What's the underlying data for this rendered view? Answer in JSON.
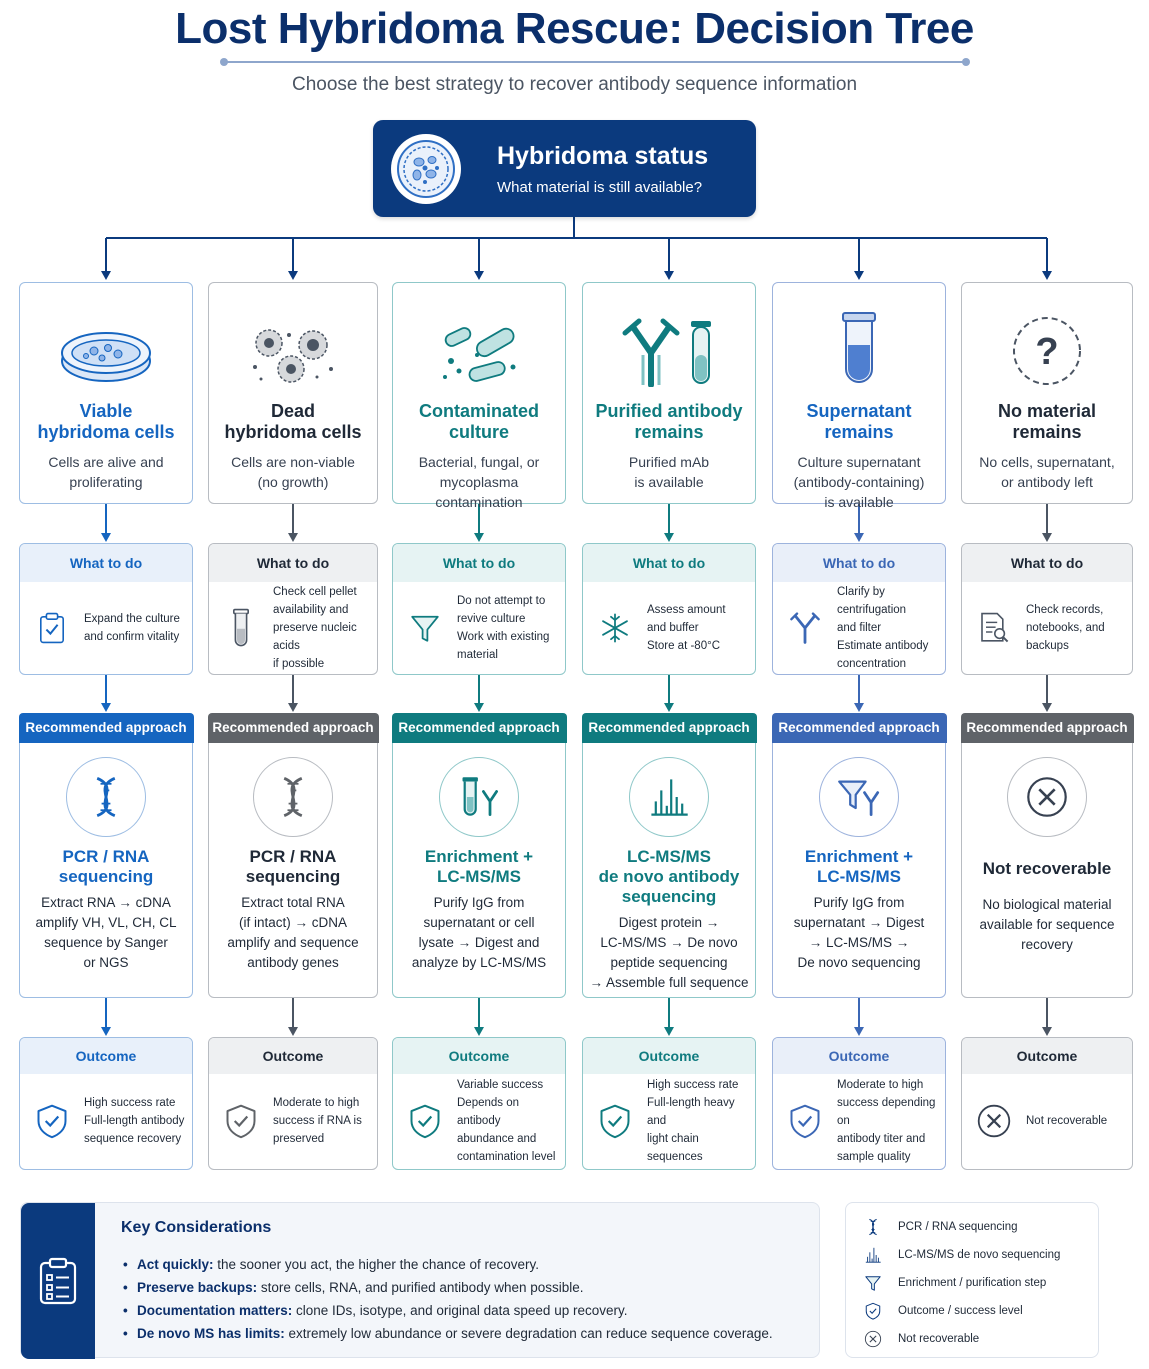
{
  "header": {
    "title": "Lost Hybridoma Rescue: Decision Tree",
    "subtitle": "Choose the best strategy to recover antibody sequence information"
  },
  "root": {
    "title": "Hybridoma status",
    "subtitle": "What material is still available?"
  },
  "colors": {
    "navy": "#0b3a7e",
    "blue": "#1565c0",
    "teal": "#0f7b7f",
    "gray": "#5f6368",
    "bluesoft": "#3b67b5"
  },
  "branches": [
    {
      "theme": "blue",
      "status": {
        "title": [
          "Viable",
          "hybridoma cells"
        ],
        "desc": [
          "Cells are alive and",
          "proliferating"
        ],
        "icon": "petri-dish-icon"
      },
      "todo": {
        "head": "What to do",
        "text": [
          "Expand the culture",
          "and confirm vitality"
        ],
        "icon": "clipboard-check-icon"
      },
      "rec": {
        "head": "Recommended approach",
        "title": [
          "PCR / RNA",
          "sequencing"
        ],
        "desc": [
          "Extract RNA → cDNA",
          "amplify VH, VL, CH, CL",
          "sequence by Sanger",
          "or NGS"
        ],
        "icon": "dna-icon"
      },
      "outcome": {
        "head": "Outcome",
        "text": [
          "High success rate",
          "Full-length antibody",
          "sequence recovery"
        ],
        "icon": "shield-check-icon"
      }
    },
    {
      "theme": "gray",
      "status": {
        "title": [
          "Dead",
          "hybridoma cells"
        ],
        "desc": [
          "Cells are non-viable",
          "(no growth)"
        ],
        "icon": "dead-cells-icon"
      },
      "todo": {
        "head": "What to do",
        "text": [
          "Check cell pellet",
          "availability and",
          "preserve nucleic acids",
          "if possible"
        ],
        "icon": "test-tube-icon"
      },
      "rec": {
        "head": "Recommended approach",
        "title": [
          "PCR / RNA",
          "sequencing"
        ],
        "desc": [
          "Extract total RNA",
          "(if intact) → cDNA",
          "amplify and sequence",
          "antibody genes"
        ],
        "icon": "dna-icon"
      },
      "outcome": {
        "head": "Outcome",
        "text": [
          "Moderate to high",
          "success if RNA is",
          "preserved"
        ],
        "icon": "shield-check-icon"
      }
    },
    {
      "theme": "teal",
      "status": {
        "title": [
          "Contaminated",
          "culture"
        ],
        "desc": [
          "Bacterial, fungal, or",
          "mycoplasma",
          "contamination"
        ],
        "icon": "bacteria-icon"
      },
      "todo": {
        "head": "What to do",
        "text": [
          "Do not attempt to",
          "revive culture",
          "Work with existing",
          "material"
        ],
        "icon": "funnel-icon"
      },
      "rec": {
        "head": "Recommended approach",
        "title": [
          "Enrichment +",
          "LC-MS/MS"
        ],
        "desc": [
          "Purify IgG from",
          "supernatant or cell",
          "lysate → Digest and",
          "analyze by LC-MS/MS"
        ],
        "icon": "tube-antibody-icon"
      },
      "outcome": {
        "head": "Outcome",
        "text": [
          "Variable success",
          "Depends on antibody",
          "abundance and",
          "contamination level"
        ],
        "icon": "shield-check-icon"
      }
    },
    {
      "theme": "teal",
      "status": {
        "title": [
          "Purified antibody",
          "remains"
        ],
        "desc": [
          "Purified mAb",
          "is available"
        ],
        "icon": "antibody-vial-icon"
      },
      "todo": {
        "head": "What to do",
        "text": [
          "Assess amount",
          "and buffer",
          "Store at -80°C"
        ],
        "icon": "snowflake-icon"
      },
      "rec": {
        "head": "Recommended approach",
        "title": [
          "LC-MS/MS",
          "de novo antibody",
          "sequencing"
        ],
        "desc": [
          "Digest protein →",
          "LC-MS/MS → De novo",
          "peptide sequencing",
          "→ Assemble full sequence"
        ],
        "icon": "mass-spectrum-icon"
      },
      "outcome": {
        "head": "Outcome",
        "text": [
          "High success rate",
          "Full-length heavy and",
          "light chain sequences"
        ],
        "icon": "shield-check-icon"
      }
    },
    {
      "theme": "bluesoft",
      "status": {
        "title": [
          "Supernatant",
          "remains"
        ],
        "desc": [
          "Culture supernatant",
          "(antibody-containing)",
          "is available"
        ],
        "icon": "supernatant-tube-icon"
      },
      "todo": {
        "head": "What to do",
        "text": [
          "Clarify by centrifugation",
          "and filter",
          "Estimate antibody",
          "concentration"
        ],
        "icon": "antibody-icon"
      },
      "rec": {
        "head": "Recommended approach",
        "title": [
          "Enrichment +",
          "LC-MS/MS"
        ],
        "desc": [
          "Purify IgG from",
          "supernatant → Digest",
          "→ LC-MS/MS →",
          "De novo sequencing"
        ],
        "icon": "funnel-antibody-icon"
      },
      "outcome": {
        "head": "Outcome",
        "text": [
          "Moderate to high",
          "success depending on",
          "antibody titer and",
          "sample quality"
        ],
        "icon": "shield-check-icon"
      }
    },
    {
      "theme": "gray",
      "status": {
        "title": [
          "No material",
          "remains"
        ],
        "desc": [
          "No cells, supernatant,",
          "or antibody left"
        ],
        "icon": "question-icon"
      },
      "todo": {
        "head": "What to do",
        "text": [
          "Check records,",
          "notebooks, and",
          "backups"
        ],
        "icon": "document-search-icon"
      },
      "rec": {
        "head": "Recommended approach",
        "title": [
          "Not recoverable"
        ],
        "desc": [
          "No biological material",
          "available for sequence",
          "recovery"
        ],
        "icon": "x-circle-icon"
      },
      "outcome": {
        "head": "Outcome",
        "text": [
          "Not recoverable"
        ],
        "icon": "x-circle-icon"
      }
    }
  ],
  "key": {
    "title": "Key Considerations",
    "items": [
      {
        "bold": "Act quickly:",
        "text": " the sooner you act, the higher the chance of recovery."
      },
      {
        "bold": "Preserve backups:",
        "text": " store cells, RNA, and purified antibody when possible."
      },
      {
        "bold": "Documentation matters:",
        "text": " clone IDs, isotype, and original data speed up recovery."
      },
      {
        "bold": "De novo MS has limits:",
        "text": " extremely low abundance or severe degradation can reduce sequence coverage."
      }
    ]
  },
  "legend": [
    {
      "icon": "dna-icon",
      "label": "PCR / RNA sequencing"
    },
    {
      "icon": "mass-spectrum-icon",
      "label": "LC-MS/MS de novo sequencing"
    },
    {
      "icon": "funnel-icon",
      "label": "Enrichment / purification step"
    },
    {
      "icon": "shield-check-icon",
      "label": "Outcome / success level"
    },
    {
      "icon": "x-circle-icon",
      "label": "Not recoverable"
    }
  ]
}
